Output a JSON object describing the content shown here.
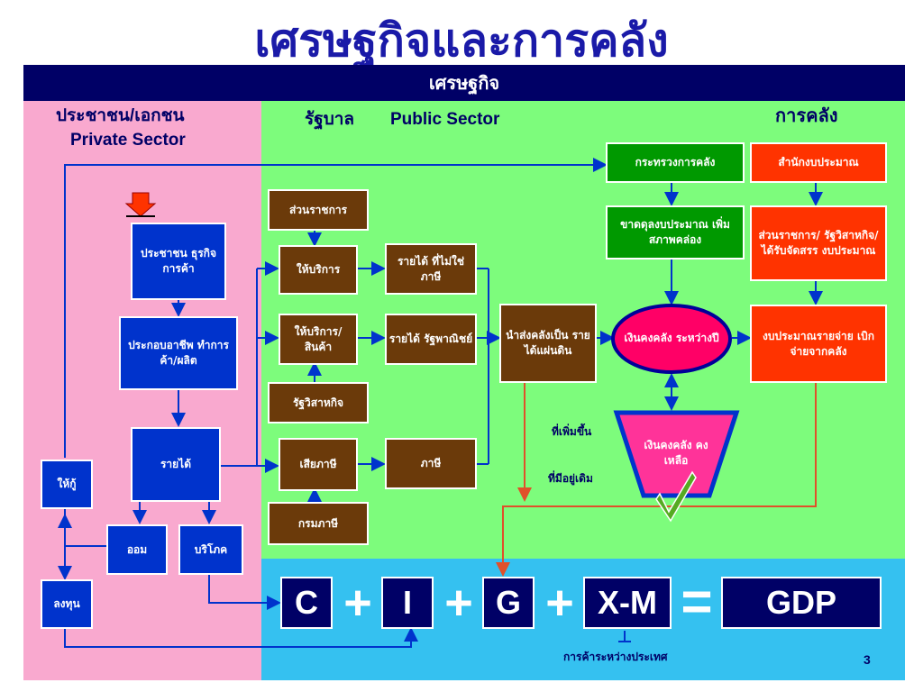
{
  "title": "เศรษฐกิจและการคลัง",
  "banner": "เศรษฐกิจ",
  "headers": {
    "private_th": "ประชาชน/เอกชน",
    "private_en": "Private Sector",
    "government_th": "รัฐบาล",
    "government_en": "Public Sector",
    "fiscal": "การคลัง"
  },
  "boxes": {
    "people_business": "ประชาชน ธุรกิจการค้า",
    "occupation": "ประกอบอาชีพ ทำการค้า/ผลิต",
    "income": "รายได้",
    "lend": "ให้กู้",
    "save": "ออม",
    "consume": "บริโภค",
    "invest": "ลงทุน",
    "agencies": "ส่วนราชการ",
    "services": "ให้บริการ",
    "services_goods": "ให้บริการ/สินค้า",
    "state_enterprise": "รัฐวิสาหกิจ",
    "pay_tax": "เสียภาษี",
    "revenue_dept": "กรมภาษี",
    "nontax_revenue": "รายได้ ที่ไม่ใช่ภาษี",
    "commercial_revenue": "รายได้ รัฐพาณิชย์",
    "tax": "ภาษี",
    "remit_treasury": "นำส่งคลังเป็น รายได้แผ่นดิน",
    "ministry_finance": "กระทรวงการคลัง",
    "budget_bureau": "สำนักงบประมาณ",
    "deficit_budget": "ขาดดุลงบประมาณ เพิ่มสภาพคล่อง",
    "allocated_agencies": "ส่วนราชการ/ รัฐวิสาหกิจ/ ได้รับจัดสรร งบประมาณ",
    "treasury_interim": "เงินคงคลัง ระหว่างปี",
    "budget_expenditure": "งบประมาณรายจ่าย เบิกจ่ายจากคลัง",
    "treasury_balance": "เงินคงคลัง คงเหลือ"
  },
  "labels": {
    "increase": "ที่เพิ่มขึ้น",
    "existing": "ที่มีอยู่เดิม",
    "intl_trade": "การค้าระหว่างประเทศ"
  },
  "equation": {
    "c": "C",
    "i": "I",
    "g": "G",
    "xm": "X-M",
    "gdp": "GDP",
    "plus": "+",
    "equals": "="
  },
  "page_number": "3",
  "colors": {
    "title": "#1a1aa8",
    "banner": "#000066",
    "private_bg": "#f9a9cf",
    "public_bg": "#7dfc7c",
    "equation_bg": "#35c1f0",
    "arrow_blue": "#0033cc",
    "arrow_red": "#e0502a"
  }
}
